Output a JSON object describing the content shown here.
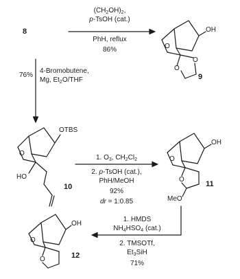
{
  "compounds": {
    "c8": {
      "label": "8"
    },
    "c9": {
      "label": "9",
      "atoms": {
        "oh": "OH",
        "o_ring": "O",
        "o1": "O",
        "o2": "O"
      }
    },
    "c10": {
      "label": "10",
      "atoms": {
        "otbs": "OTBS",
        "o_ring": "O",
        "ho": "HO"
      }
    },
    "c11": {
      "label": "11",
      "atoms": {
        "oh": "OH",
        "o_ring": "O",
        "o_thf": "O",
        "meo": "MeO"
      }
    },
    "c12": {
      "label": "12",
      "atoms": {
        "oh": "OH",
        "o_ring": "O",
        "o_thf": "O"
      }
    }
  },
  "reactions": {
    "r1": {
      "above_1": "(CH",
      "above_1_sub": "2",
      "above_1_end": "OH)",
      "above_1_sub2": "2",
      "above_1_tail": ",",
      "above_2_italic": "p",
      "above_2": "-TsOH (cat.)",
      "below_1": "PhH, reflux",
      "yield": "86%"
    },
    "r2": {
      "reagent_1": "4-Bromobutene,",
      "reagent_2": "Mg, Et",
      "reagent_2_sub": "2",
      "reagent_2_tail": "O/THF",
      "yield": "76%"
    },
    "r3": {
      "above_1": "1. O",
      "above_1_sub": "3",
      "above_1_mid": ", CH",
      "above_1_sub2": "2",
      "above_1_end": "Cl",
      "above_1_sub3": "2",
      "below_1_pre": "2. ",
      "below_1_italic": "p",
      "below_1": "-TsOH (cat.),",
      "below_2": "PhH/MeOH",
      "yield": "92%",
      "dr_italic": "dr",
      "dr": " = 1:0.85"
    },
    "r4": {
      "above_1": "1. HMDS",
      "above_2": "NH",
      "above_2_sub": "4",
      "above_2_mid": "HSO",
      "above_2_sub2": "4",
      "above_2_tail": " (cat.)",
      "below_1": "2. TMSOTf,",
      "below_2": "Et",
      "below_2_sub": "3",
      "below_2_tail": "SiH",
      "yield": "71%"
    }
  }
}
